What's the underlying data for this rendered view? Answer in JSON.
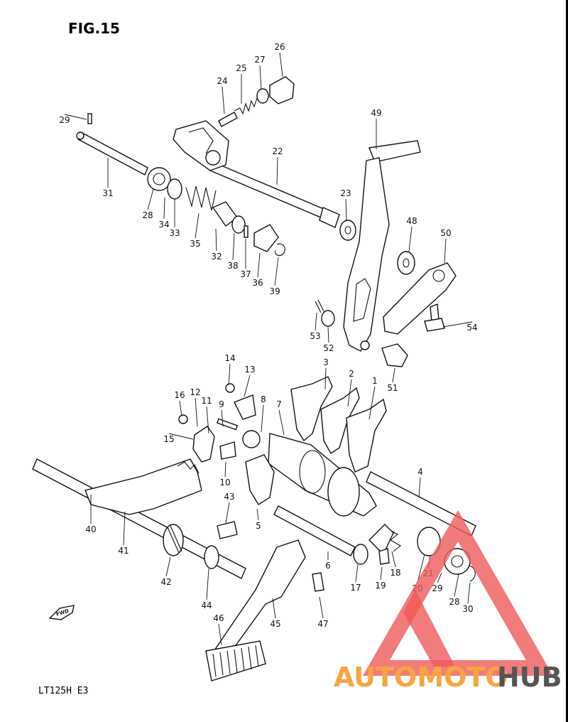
{
  "figure": {
    "title": "FIG.15",
    "model_code": "LT125H  E3",
    "fwd_label": "FWD"
  },
  "callouts": [
    {
      "n": "1"
    },
    {
      "n": "2"
    },
    {
      "n": "3"
    },
    {
      "n": "4"
    },
    {
      "n": "5"
    },
    {
      "n": "6"
    },
    {
      "n": "7"
    },
    {
      "n": "8"
    },
    {
      "n": "9"
    },
    {
      "n": "10"
    },
    {
      "n": "11"
    },
    {
      "n": "12"
    },
    {
      "n": "13"
    },
    {
      "n": "14"
    },
    {
      "n": "15"
    },
    {
      "n": "16"
    },
    {
      "n": "17"
    },
    {
      "n": "18"
    },
    {
      "n": "19"
    },
    {
      "n": "20"
    },
    {
      "n": "21"
    },
    {
      "n": "22"
    },
    {
      "n": "23"
    },
    {
      "n": "24"
    },
    {
      "n": "25"
    },
    {
      "n": "26"
    },
    {
      "n": "27"
    },
    {
      "n": "28"
    },
    {
      "n": "28"
    },
    {
      "n": "29"
    },
    {
      "n": "29"
    },
    {
      "n": "30"
    },
    {
      "n": "31"
    },
    {
      "n": "32"
    },
    {
      "n": "33"
    },
    {
      "n": "34"
    },
    {
      "n": "35"
    },
    {
      "n": "36"
    },
    {
      "n": "37"
    },
    {
      "n": "38"
    },
    {
      "n": "39"
    },
    {
      "n": "40"
    },
    {
      "n": "41"
    },
    {
      "n": "42"
    },
    {
      "n": "43"
    },
    {
      "n": "44"
    },
    {
      "n": "45"
    },
    {
      "n": "46"
    },
    {
      "n": "47"
    },
    {
      "n": "48"
    },
    {
      "n": "49"
    },
    {
      "n": "50"
    },
    {
      "n": "51"
    },
    {
      "n": "52"
    },
    {
      "n": "53"
    },
    {
      "n": "54"
    }
  ],
  "watermark": {
    "text_a": "AUTOMOTO",
    "text_b": "HUB",
    "color_a": "#f5a640",
    "color_b": "#555555",
    "triangle_color": "#ef5a5a"
  }
}
